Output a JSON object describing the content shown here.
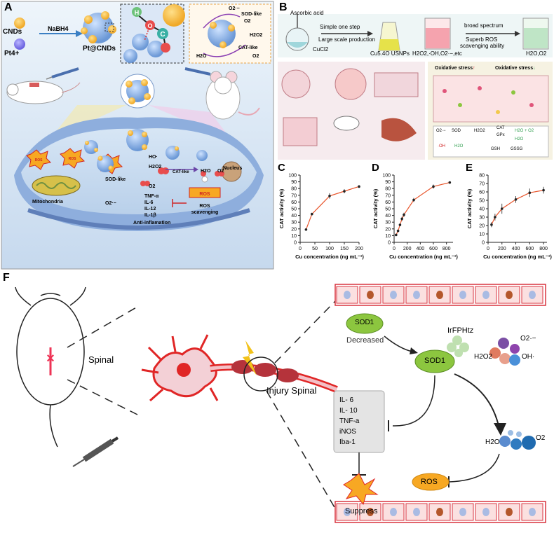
{
  "panels": {
    "A": {
      "label": "A",
      "legend": [
        "CNDs",
        "Pt4+"
      ],
      "reagent": "NaBH4",
      "product": "Pt@CNDs",
      "zoom_atoms": [
        "H",
        "O",
        "C"
      ],
      "reaction_box": {
        "sod": "SOD-like",
        "cat": "CAT-like",
        "o2m": "O2·−",
        "o2": "O2",
        "h2o2": "H2O2",
        "h2o": "H2O"
      },
      "cell": {
        "mito": "Mitochondria",
        "nucleus": "Nucleus",
        "sod": "SOD-like",
        "cat": "CAT-like",
        "ho": "HO·",
        "h2o2": "H2O2",
        "h2o": "H2O",
        "o2": "O2",
        "o2m": "O2·−",
        "ros": "ROS",
        "cytokines": [
          "TNF-α",
          "IL-6",
          "IL-12",
          "IL-1β"
        ],
        "anti": "Anti-inflamation",
        "scav": [
          "ROS",
          "scavenging"
        ]
      }
    },
    "B": {
      "label": "B",
      "precursors": [
        "Ascorbic acid",
        "CuCl2"
      ],
      "step1": [
        "Simple one step",
        "Large scale production"
      ],
      "product": "Cu5.4O USNPs",
      "species": "H2O2,·OH,O2·−,etc",
      "step2": [
        "broad spectrum",
        "Superb ROS",
        "scavenging ability"
      ],
      "final": "H2O,O2",
      "stress_up": "Oxidative stress",
      "stress_down": "Oxidative stress",
      "pathway": {
        "o2m": "O2·−",
        "sod": "SOD",
        "h2o2": "H2O2",
        "cat": "CAT",
        "gpx": "GPx",
        "h2o_o2": "H2O + O2",
        "h2o": "H2O",
        "gsh": "GSH",
        "gssg": "GSSG",
        "oh": "·OH"
      }
    },
    "F": {
      "label": "F",
      "spinal": "Spinal",
      "injury": "Injury Spinal",
      "sod1_decreased": [
        "SOD1",
        "Decreased"
      ],
      "agent": "IrFPHtz",
      "sod1": "SOD1",
      "species": {
        "h2o2": "H2O2",
        "o2m": "O2·−",
        "oh": "OH·",
        "h2o": "H2O",
        "o2": "O2"
      },
      "cytokines": [
        "IL- 6",
        "IL- 10",
        "TNF-a",
        "iNOS",
        "Iba-1"
      ],
      "suppress": "Suppress",
      "ros": "ROS"
    }
  },
  "chart_data": [
    {
      "panel": "C",
      "type": "scatter",
      "xlabel": "Cu concentration (ng mL⁻¹)",
      "ylabel": "CAT activity (%)",
      "xlim": [
        0,
        200
      ],
      "ylim": [
        0,
        100
      ],
      "xticks": [
        0,
        50,
        100,
        150,
        200
      ],
      "yticks": [
        0,
        10,
        20,
        30,
        40,
        50,
        60,
        70,
        80,
        90,
        100
      ],
      "x": [
        20,
        40,
        100,
        150,
        200
      ],
      "y": [
        19,
        42,
        69,
        76,
        83
      ],
      "err": [
        1,
        2,
        4,
        3,
        2
      ],
      "fit": true
    },
    {
      "panel": "D",
      "type": "scatter",
      "xlabel": "Cu concentration (ng mL⁻¹)",
      "ylabel": "CAT activity (%)",
      "xlim": [
        0,
        900
      ],
      "ylim": [
        0,
        100
      ],
      "xticks": [
        0,
        200,
        400,
        600,
        800
      ],
      "yticks": [
        0,
        10,
        20,
        30,
        40,
        50,
        60,
        70,
        80,
        90,
        100
      ],
      "x": [
        30,
        60,
        90,
        120,
        150,
        300,
        600,
        850
      ],
      "y": [
        11,
        17,
        26,
        35,
        41,
        63,
        83,
        89
      ],
      "err": [
        1,
        2,
        2,
        3,
        3,
        3,
        3,
        1
      ],
      "fit": true
    },
    {
      "panel": "E",
      "type": "scatter",
      "xlabel": "Cu concentration (ng mL⁻¹)",
      "ylabel": "CAT activity (%)",
      "xlim": [
        0,
        850
      ],
      "ylim": [
        0,
        80
      ],
      "xticks": [
        0,
        200,
        400,
        600,
        800
      ],
      "yticks": [
        0,
        10,
        20,
        30,
        40,
        50,
        60,
        70,
        80
      ],
      "x": [
        50,
        100,
        200,
        400,
        600,
        800
      ],
      "y": [
        21,
        30,
        40,
        51,
        59,
        62
      ],
      "err": [
        3,
        4,
        6,
        4,
        5,
        4
      ],
      "fit": true
    }
  ],
  "chart_labels": [
    "C",
    "D",
    "E"
  ],
  "colors": {
    "fit": "#e8542a",
    "cell_blue": "#6f8fc9",
    "sod_green": "#8cc63f",
    "ros_orange": "#f7a823",
    "vessel_red": "#d8343f"
  }
}
